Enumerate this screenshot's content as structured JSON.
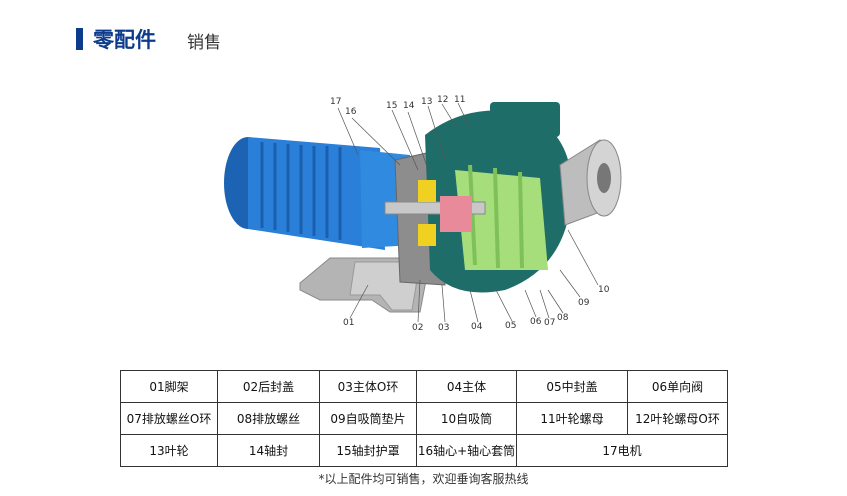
{
  "header": {
    "title": "零配件",
    "subtitle": "销售"
  },
  "callouts": [
    {
      "label": "17"
    },
    {
      "label": "16"
    },
    {
      "label": "15"
    },
    {
      "label": "14"
    },
    {
      "label": "13"
    },
    {
      "label": "12"
    },
    {
      "label": "11"
    },
    {
      "label": "10"
    },
    {
      "label": "09"
    },
    {
      "label": "08"
    },
    {
      "label": "07"
    },
    {
      "label": "06"
    },
    {
      "label": "05"
    },
    {
      "label": "04"
    },
    {
      "label": "03"
    },
    {
      "label": "02"
    },
    {
      "label": "01"
    }
  ],
  "parts_table": {
    "rows": [
      [
        "01脚架",
        "02后封盖",
        "03主体O环",
        "04主体",
        "05中封盖",
        "06单向阀"
      ],
      [
        "07排放螺丝O环",
        "08排放螺丝",
        "09自吸筒垫片",
        "10自吸筒",
        "11叶轮螺母",
        "12叶轮螺母O环"
      ],
      [
        "13叶轮",
        "14轴封",
        "15轴封护罩",
        "16轴心+轴心套筒",
        "17电机"
      ]
    ]
  },
  "footnote": "*以上配件均可销售，欢迎垂询客服热线",
  "colors": {
    "title_blue": "#0c3b8c",
    "motor_blue": "#2a7fd8",
    "body_green": "#1f6d68",
    "impeller_green": "#a6de7c",
    "seal_yellow": "#f0d020",
    "seal_pink": "#e88a9a",
    "base_gray": "#a6a6a6"
  }
}
